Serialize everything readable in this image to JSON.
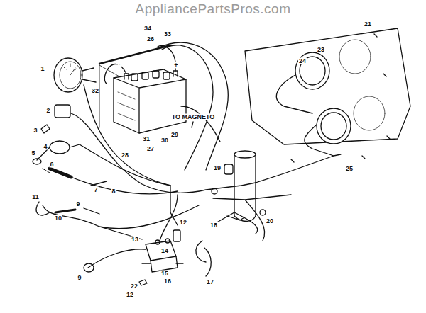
{
  "diagram": {
    "labels": [
      "AppliancePartsPros.com",
      "1",
      "2",
      "3",
      "4",
      "5",
      "6",
      "7",
      "8",
      "9",
      "10",
      "11",
      "9",
      "12",
      "13",
      "14",
      "15",
      "16",
      "22",
      "12",
      "17",
      "18",
      "19",
      "20",
      "21",
      "23",
      "24",
      "25",
      "26",
      "27",
      "28",
      "29",
      "30",
      "31",
      "32",
      "33",
      "34",
      "+",
      "-",
      "TO MAGNETO"
    ]
  }
}
